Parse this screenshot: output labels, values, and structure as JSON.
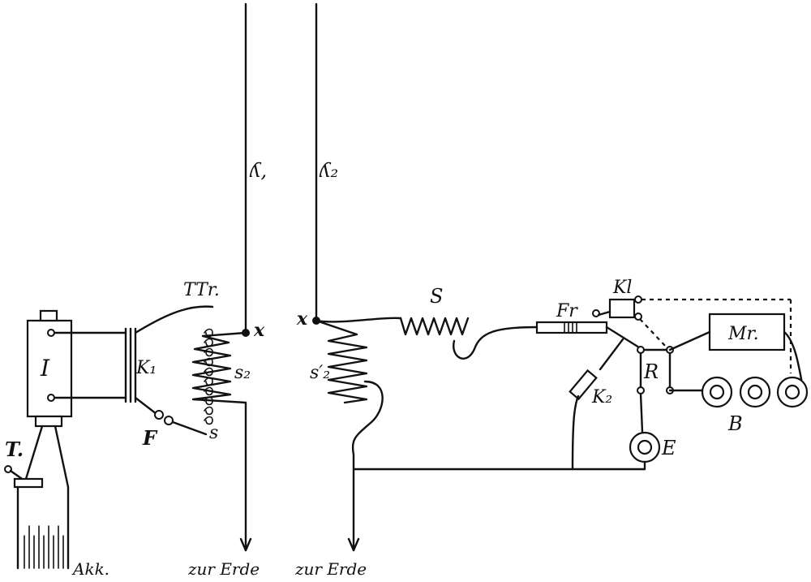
{
  "labels": {
    "antenna_1": "ʎ,",
    "antenna_2": "ʎ₂",
    "transformer": "TTr.",
    "x_left": "x",
    "x_right": "x",
    "inductor_I": "I",
    "capacitor_K1": "K₁",
    "secondary_s2": "s₂",
    "switch_s": "s",
    "spark_F": "F",
    "key_T": "T.",
    "accumulator": "Akk.",
    "ground_left": "zur Erde",
    "ground_right": "zur Erde",
    "coil_S": "S",
    "coil_s2_prime": "s′₂",
    "fritter_Fr": "Fr",
    "klopfer_Kl": "Kl",
    "morse_Mr": "Mr.",
    "relay_R": "R",
    "capacitor_K2": "K₂",
    "element_E": "E",
    "battery_B": "B"
  }
}
